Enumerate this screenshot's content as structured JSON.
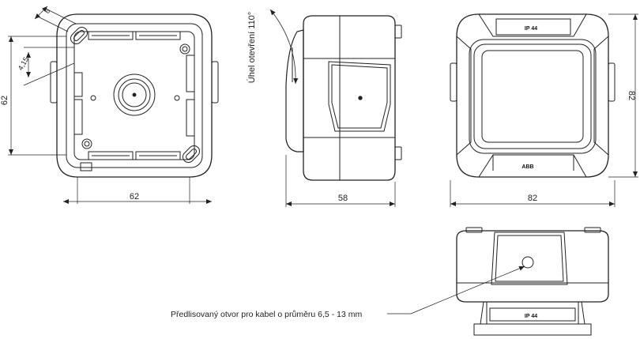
{
  "dimensions": {
    "top_view_width": "62",
    "top_view_height": "62",
    "slot_width": "6",
    "hole_offset": "4,15",
    "side_view_depth": "58",
    "front_view_width": "82",
    "front_view_height": "82"
  },
  "labels": {
    "opening_angle": "Úhel otevření 110°",
    "cable_hole_note": "Předlisovaný otvor pro kabel o průměru 6,5 - 13 mm",
    "ip_marking": "IP 44",
    "brand_mark": "ABB"
  }
}
